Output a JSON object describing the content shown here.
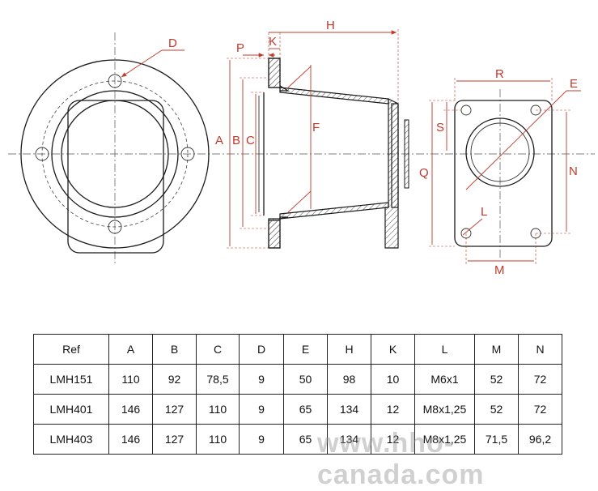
{
  "drawing": {
    "labels": {
      "D": "D",
      "P": "P",
      "K": "K",
      "H": "H",
      "A": "A",
      "B": "B",
      "C": "C",
      "F": "F",
      "Q": "Q",
      "R": "R",
      "E": "E",
      "S": "S",
      "N": "N",
      "L": "L",
      "M": "M"
    }
  },
  "table": {
    "headers": [
      "Ref",
      "A",
      "B",
      "C",
      "D",
      "E",
      "H",
      "K",
      "L",
      "M",
      "N"
    ],
    "rows": [
      [
        "LMH151",
        "110",
        "92",
        "78,5",
        "9",
        "50",
        "98",
        "10",
        "M6x1",
        "52",
        "72"
      ],
      [
        "LMH401",
        "146",
        "127",
        "110",
        "9",
        "65",
        "134",
        "12",
        "M8x1,25",
        "52",
        "72"
      ],
      [
        "LMH403",
        "146",
        "127",
        "110",
        "9",
        "65",
        "134",
        "12",
        "M8x1,25",
        "71,5",
        "96,2"
      ]
    ]
  },
  "watermark": "www.hho-canada.com",
  "colors": {
    "dimension": "#c0392b",
    "outline": "#1a1a1a"
  }
}
